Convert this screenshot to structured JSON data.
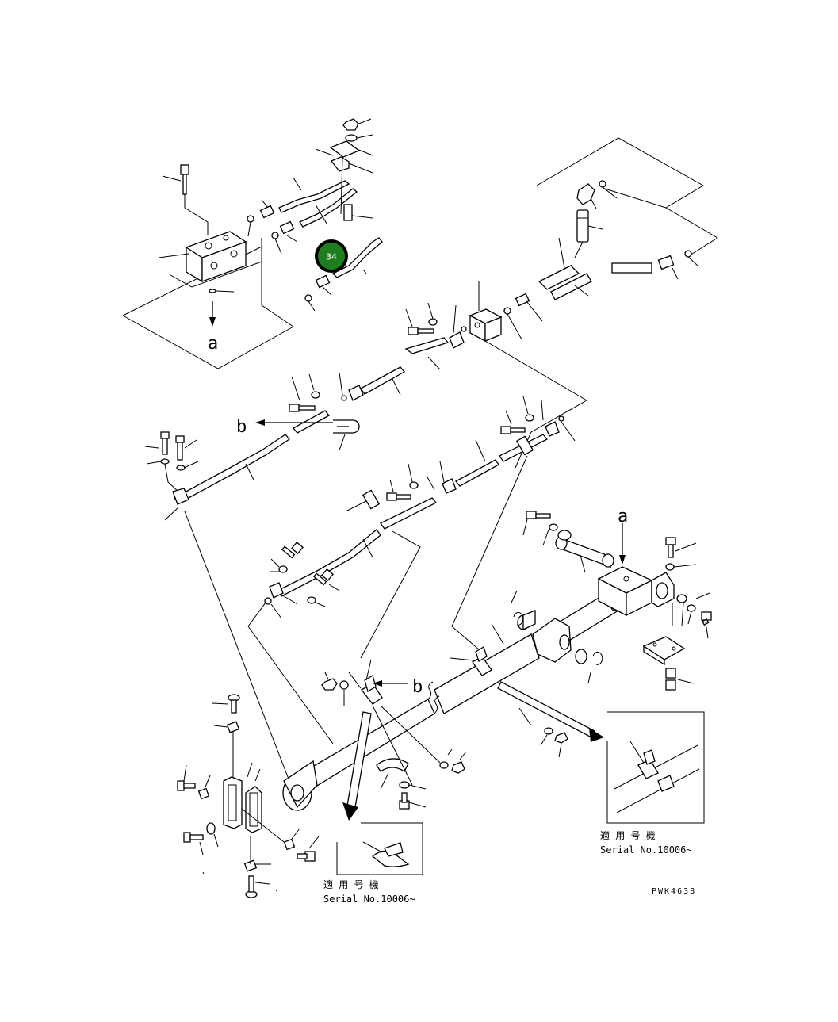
{
  "diagram": {
    "view_label_a": "a",
    "view_label_b": "b",
    "view_label_a_target": "a",
    "view_label_b_target": "b",
    "callout": {
      "number": "34",
      "color": "#1e7d1e",
      "ring_color": "#000000"
    },
    "notes": [
      {
        "line1": "適 用 号 機",
        "line2": "Serial No.10006~"
      },
      {
        "line1": "適 用 号 機",
        "line2": "Serial No.10006~"
      }
    ],
    "drawing_code": "PWK4638"
  }
}
